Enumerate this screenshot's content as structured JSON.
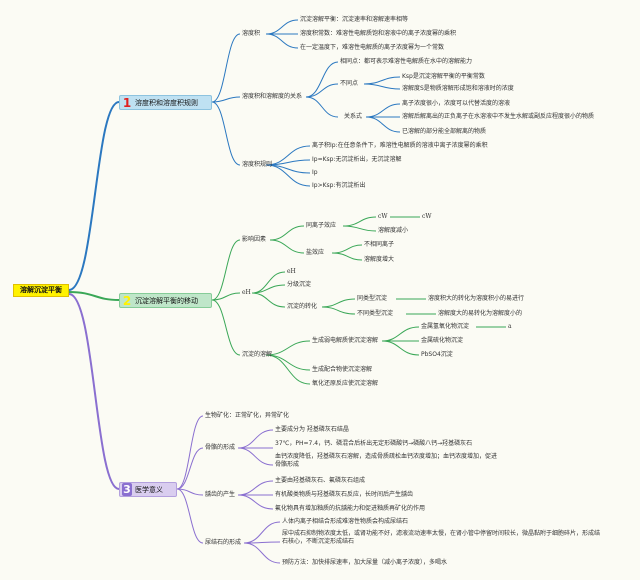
{
  "root": "溶解沉淀平衡",
  "branches": [
    {
      "num": "1",
      "label": "溶度积和溶度积规则",
      "color": "#2b78c0"
    },
    {
      "num": "2",
      "label": "沉淀溶解平衡的移动",
      "color": "#3aa757"
    },
    {
      "num": "3",
      "label": "医学意义",
      "color": "#8a6fd0"
    }
  ],
  "b1": {
    "ksp": "溶度积",
    "ksp_items": [
      "沉淀溶解平衡：沉淀速率和溶解速率相等",
      "溶度积常数：难溶性电解质饱和溶液中的离子浓度幂的乘积",
      "在一定温度下，难溶性电解质的离子浓度幂为一个常数"
    ],
    "rel": "溶度积和溶解度的关系",
    "same": "相同点：都可表示难溶性电解质在水中的溶解能力",
    "diff": "不同点",
    "diff_items": [
      "Ksp是沉淀溶解平衡的平衡常数",
      "溶解度S是物质溶解形成饱和溶液时的浓度"
    ],
    "rel_label": "关系式",
    "rel_items": [
      "离子浓度很小，浓度可以代替活度的溶液",
      "溶解后解离出的正负离子在水溶液中不发生水解或副反应程度很小的物质",
      "已溶解的部分能全部解离的物质"
    ],
    "rule": "溶度积规则",
    "rule_items": [
      "离子积Ip:在任意条件下，难溶性电解质的溶液中离子浓度幂的乘积",
      "Ip=Ksp:无沉淀析出，无沉淀溶解",
      "Ip",
      "Ip>Ksp:有沉淀析出"
    ]
  },
  "b2": {
    "factors": "影响因素",
    "common_ion": "同离子效应",
    "cw1": "cW",
    "cw2": "cW",
    "sol_decrease": "溶解度减小",
    "salt_effect": "盐效应",
    "no_common": "不相同离子",
    "sol_increase": "溶解度增大",
    "eh": "eH",
    "eh_items": [
      "eH",
      "分级沉淀"
    ],
    "conversion": "沉淀的转化",
    "same_type": "同类型沉淀",
    "same_type_text": "溶度积大的转化为溶度积小的易进行",
    "diff_type": "不同类型沉淀",
    "diff_type_text": "溶解度大的易转化为溶解度小的",
    "dissolve": "沉淀的溶解",
    "weak": "生成弱电解质使沉淀溶解",
    "weak_items": [
      "金属氢氧化物沉淀",
      "金属硫化物沉淀",
      "PbSO4沉淀"
    ],
    "weak_a": "a",
    "complex": "生成配合物使沉淀溶解",
    "redox": "氧化还原反应使沉淀溶解"
  },
  "b3": {
    "mineral": "生物矿化：正常矿化，异常矿化",
    "bone": "骨骼的形成",
    "bone_items": [
      "主要成分为 羟基磷灰石结晶",
      "37℃，PH=7.4，钙、磷混合后析出无定形磷酸钙→磷酸八钙→羟基磷灰石",
      "血钙浓度降低，羟基磷灰石溶解，造成骨质疏松血钙浓度增加；血钙浓度增加，促进骨骼形成"
    ],
    "caries": "龋齿的产生",
    "caries_items": [
      "主要由羟基磷灰石、氟磷灰石组成",
      "有机酸类物质与羟基磷灰石反应，长时间后产生龋齿",
      "氟化物具有增加釉质的抗龋能力和促进釉质再矿化的作用"
    ],
    "stone": "尿结石的形成",
    "stone_items": [
      "人体内离子相结合形成难溶性物质会构成尿结石",
      "尿中成石抑制物浓度太低，或肾功能不好，滤液流动速率太慢，在肾小管中停留时间较长，微晶黏附于细胞碎片，形成结石核心，不断沉淀形成结石",
      "预防方法：加快排尿速率，加大尿量（减小离子浓度），多喝水"
    ]
  }
}
